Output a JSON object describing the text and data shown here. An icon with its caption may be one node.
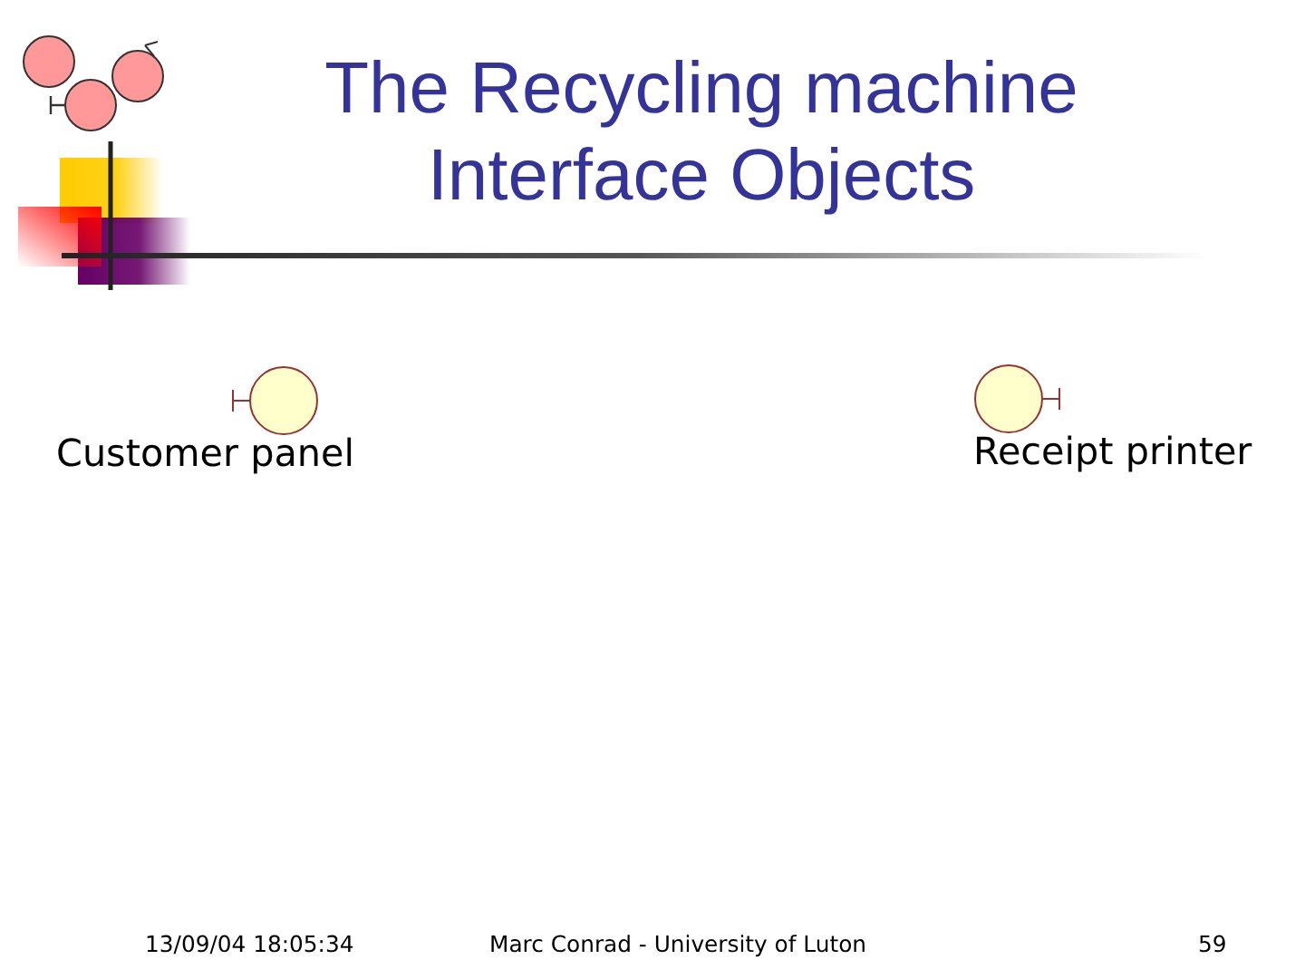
{
  "diagram": {
    "title": "The Recycling machine Interface Objects",
    "nodes": [
      {
        "text": [
          "Customer panel"
        ]
      },
      {
        "text": [
          "Receipt printer"
        ]
      }
    ],
    "labels": [
      "13/09/04 18:05:34",
      "Marc Conrad - University of Luton",
      "59"
    ]
  }
}
